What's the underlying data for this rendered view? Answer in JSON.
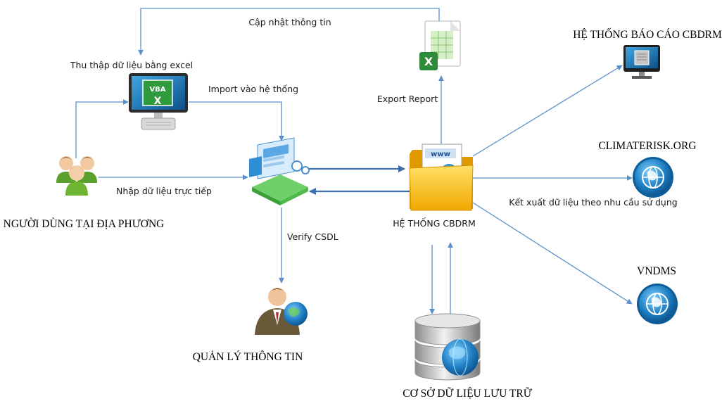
{
  "labels": {
    "update_info": "Cập nhật thông tin",
    "collect_excel": "Thu thập dữ liệu bằng excel",
    "import_system": "Import vào hệ thống",
    "export_report": "Export Report",
    "report_system": "HỆ THỐNG BÁO CÁO CBDRM",
    "climaterisk": "CLIMATERISK.ORG",
    "direct_input": "Nhập dữ liệu trực tiếp",
    "local_users": "NGƯỜI DÙNG TẠI ĐỊA PHƯƠNG",
    "verify_db": "Verify CSDL",
    "cbdrm_system": "HỆ THỐNG CBDRM",
    "export_data": "Kết xuất dữ liệu theo nhu cầu sử dụng",
    "vndms": "VNDMS",
    "info_manager": "QUẢN LÝ THÔNG TIN",
    "storage_db": "CƠ SỞ DỮ LIỆU LƯU TRỮ",
    "vba_icon_text": "VBA",
    "x_letter": "X",
    "www_text": "www"
  },
  "colors": {
    "arrow": "#5b8fc9",
    "excel_green": "#2e8b3a",
    "folder_yellow": "#f5b800",
    "globe_blue": "#1f7fc2"
  },
  "icons": [
    "users-group-icon",
    "vba-monitor-icon",
    "import-app-icon",
    "excel-report-icon",
    "folder-www-icon",
    "report-monitor-icon",
    "globe-icon",
    "manager-person-icon",
    "database-globe-icon"
  ]
}
